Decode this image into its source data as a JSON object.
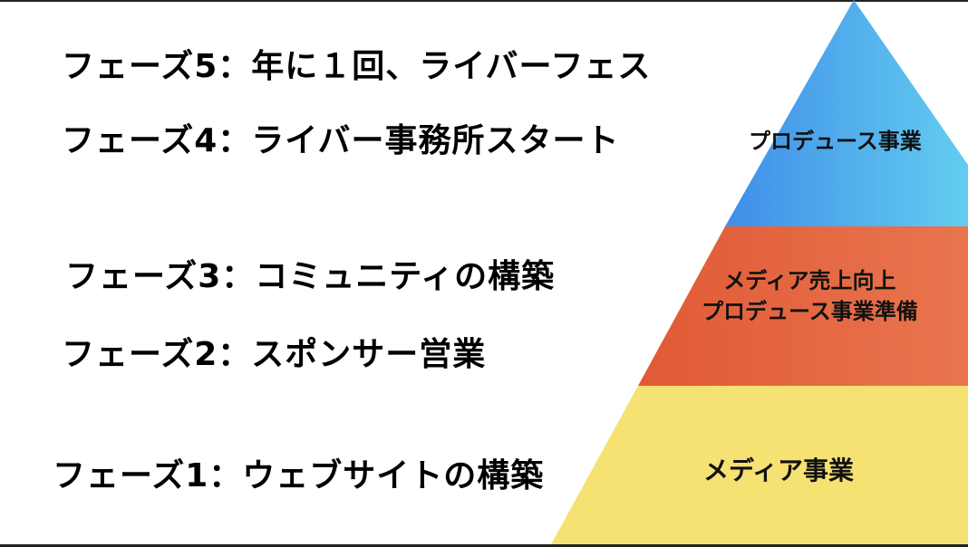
{
  "phases": [
    {
      "label": "フェーズ5：年に１回、ライバーフェス"
    },
    {
      "label": "フェーズ4：ライバー事務所スタート"
    },
    {
      "label": "フェーズ3：コミュニティの構築"
    },
    {
      "label": "フェーズ2：スポンサー営業"
    },
    {
      "label": "フェーズ1：ウェブサイトの構築"
    }
  ],
  "pyramid": {
    "top": {
      "label": "プロデュース事業",
      "color_from": "#3f8ee8",
      "color_to": "#63cdf0"
    },
    "middle": {
      "line1": "メディア売上向上",
      "line2": "プロデュース事業準備",
      "color_from": "#e05a36",
      "color_to": "#e9754e"
    },
    "bottom": {
      "label": "メディア事業",
      "color": "#f6e272"
    }
  }
}
